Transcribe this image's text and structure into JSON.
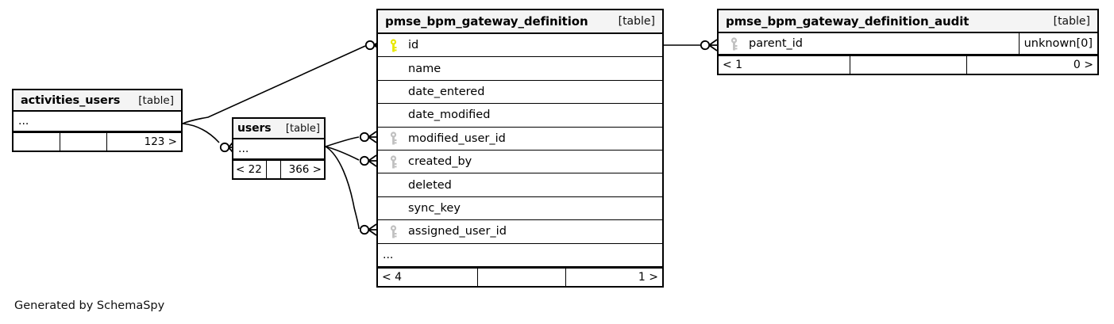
{
  "diagram": {
    "credit": "Generated by SchemaSpy",
    "table_tag": "[table]",
    "ellipsis": "...",
    "colors": {
      "primary_key": "#e8e800",
      "foreign_key": "#c0c0c0",
      "header_bg": "#f4f4f4",
      "border": "#000000",
      "background": "#ffffff"
    }
  },
  "tables": {
    "main": {
      "name": "pmse_bpm_gateway_definition",
      "tag": "[table]",
      "columns": [
        {
          "name": "id",
          "key": "primary-key-icon"
        },
        {
          "name": "name",
          "key": "none"
        },
        {
          "name": "date_entered",
          "key": "none"
        },
        {
          "name": "date_modified",
          "key": "none"
        },
        {
          "name": "modified_user_id",
          "key": "foreign-key-icon"
        },
        {
          "name": "created_by",
          "key": "foreign-key-icon"
        },
        {
          "name": "deleted",
          "key": "none"
        },
        {
          "name": "sync_key",
          "key": "none"
        },
        {
          "name": "assigned_user_id",
          "key": "foreign-key-icon"
        }
      ],
      "more_row": "...",
      "footer": {
        "left": "< 4",
        "middle": "",
        "right": "1 >"
      }
    },
    "audit": {
      "name": "pmse_bpm_gateway_definition_audit",
      "tag": "[table]",
      "columns": [
        {
          "name": "parent_id",
          "key": "foreign-key-icon",
          "type": "unknown[0]"
        }
      ],
      "footer": {
        "left": "< 1",
        "middle": "",
        "right": "0 >"
      }
    },
    "activities_users": {
      "name": "activities_users",
      "tag": "[table]",
      "more_row": "...",
      "footer": {
        "left": "",
        "middle": "",
        "right": "123 >"
      }
    },
    "users": {
      "name": "users",
      "tag": "[table]",
      "more_row": "...",
      "footer": {
        "left": "< 22",
        "middle": "",
        "right": "366 >"
      }
    }
  },
  "relationships": [
    {
      "from": "activities_users",
      "to": "main.id",
      "notation": "crows-foot"
    },
    {
      "from": "activities_users",
      "to": "users",
      "notation": "crows-foot"
    },
    {
      "from": "users",
      "to": "main.modified_user_id",
      "notation": "crows-foot"
    },
    {
      "from": "users",
      "to": "main.created_by",
      "notation": "crows-foot"
    },
    {
      "from": "users",
      "to": "main.assigned_user_id",
      "notation": "crows-foot"
    },
    {
      "from": "main.id",
      "to": "audit.parent_id",
      "notation": "crows-foot"
    }
  ]
}
